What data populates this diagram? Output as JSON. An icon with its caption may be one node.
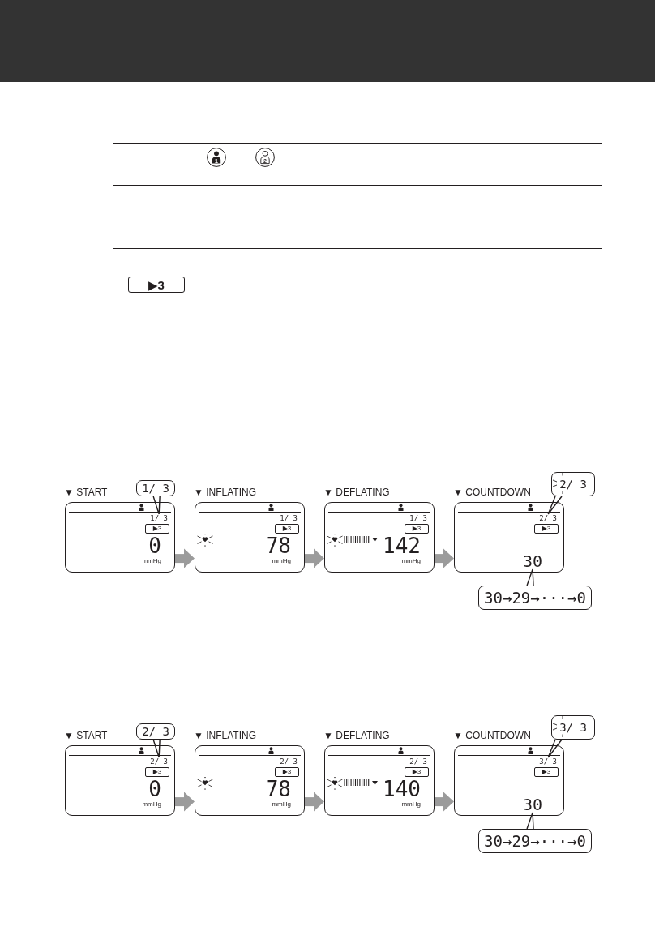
{
  "diagram": {
    "nodes": [
      {
        "text": [
          "▶3"
        ]
      },
      {
        "text": [
          "▼ START",
          "0",
          "mmHg"
        ]
      },
      {
        "text": [
          "1/ 3"
        ],
        "in": 1
      },
      {
        "text": [
          "▶3"
        ],
        "in": 1
      },
      {
        "text": [
          "1/ 3"
        ]
      },
      {
        "text": [
          "▼ INFLATING",
          "1/ 3",
          "78",
          "mmHg"
        ]
      },
      {
        "text": [
          "▶3"
        ],
        "in": 5
      },
      {
        "text": [
          "▼ DEFLATING",
          "1/ 3",
          "142",
          "mmHg"
        ]
      },
      {
        "text": [
          "▶3"
        ],
        "in": 7
      },
      {
        "text": [
          "▼ COUNTDOWN"
        ]
      },
      {
        "text": [
          "2/ 3"
        ],
        "in": 9
      },
      {
        "text": [
          "▶3"
        ],
        "in": 9
      },
      {
        "text": [
          "30"
        ],
        "in": 9
      },
      {
        "text": [
          "2/ 3"
        ]
      },
      {
        "text": [
          "30→29→···→0"
        ]
      },
      {
        "text": [
          "▼ START",
          "0",
          "mmHg"
        ]
      },
      {
        "text": [
          "2/ 3"
        ],
        "in": 15
      },
      {
        "text": [
          "▶3"
        ],
        "in": 15
      },
      {
        "text": [
          "2/ 3"
        ]
      },
      {
        "text": [
          "▼ INFLATING",
          "2/ 3",
          "78",
          "mmHg"
        ]
      },
      {
        "text": [
          "▶3"
        ],
        "in": 19
      },
      {
        "text": [
          "▼ DEFLATING",
          "2/ 3",
          "140",
          "mmHg"
        ]
      },
      {
        "text": [
          "▶3"
        ],
        "in": 21
      },
      {
        "text": [
          "▼ COUNTDOWN"
        ]
      },
      {
        "text": [
          "3/ 3"
        ],
        "in": 23
      },
      {
        "text": [
          "▶3"
        ],
        "in": 23
      },
      {
        "text": [
          "30"
        ],
        "in": 23
      },
      {
        "text": [
          "3/ 3"
        ]
      },
      {
        "text": [
          "30→29→···→0"
        ]
      }
    ],
    "edges": [
      {
        "from": 4,
        "to": 2,
        "arrow": "none"
      },
      {
        "from": 1,
        "to": 5,
        "arrow": "to",
        "style": "thick",
        "color": "#9b9b9b"
      },
      {
        "from": 5,
        "to": 7,
        "arrow": "to",
        "style": "thick",
        "color": "#9b9b9b"
      },
      {
        "from": 7,
        "to": 9,
        "arrow": "to",
        "style": "thick",
        "color": "#9b9b9b"
      },
      {
        "from": 13,
        "to": 10,
        "arrow": "none"
      },
      {
        "from": 14,
        "to": 12,
        "arrow": "none"
      },
      {
        "from": 18,
        "to": 16,
        "arrow": "none"
      },
      {
        "from": 15,
        "to": 19,
        "arrow": "to",
        "style": "thick",
        "color": "#9b9b9b"
      },
      {
        "from": 19,
        "to": 21,
        "arrow": "to",
        "style": "thick",
        "color": "#9b9b9b"
      },
      {
        "from": 21,
        "to": 23,
        "arrow": "to",
        "style": "thick",
        "color": "#9b9b9b"
      },
      {
        "from": 27,
        "to": 24,
        "arrow": "none"
      },
      {
        "from": 28,
        "to": 26,
        "arrow": "none"
      }
    ],
    "labels": [
      "1",
      "2"
    ]
  }
}
